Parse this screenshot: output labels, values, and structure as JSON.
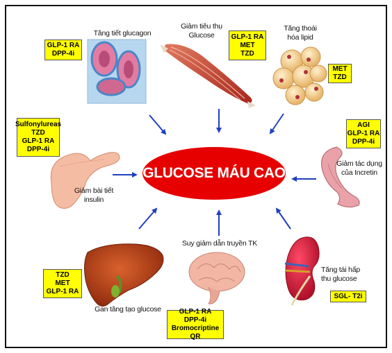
{
  "center": {
    "text": "GLUCOSE MÁU CAO",
    "color": "#e60000"
  },
  "nodes": {
    "glucagon": {
      "label": [
        "Tăng tiết glucagon"
      ],
      "drugs": [
        "GLP-1 RA",
        "DPP-4i"
      ]
    },
    "muscle": {
      "label": [
        "Giảm tiêu thụ",
        "Glucose"
      ],
      "drugs": [
        "GLP-1 RA",
        "MET",
        "TZD"
      ]
    },
    "fat": {
      "label": [
        "Tăng thoái",
        "hóa lipid"
      ],
      "drugs": [
        "MET",
        "TZD"
      ]
    },
    "pancreas": {
      "label": [
        "Giảm bài tiết",
        "insulin"
      ],
      "drugs": [
        "Sulfonylureas",
        "TZD",
        "GLP-1 RA",
        "DPP-4i"
      ]
    },
    "gut": {
      "label": [
        "Giảm tác dụng",
        "của Incretin"
      ],
      "drugs": [
        "AGI",
        "GLP-1 RA",
        "DPP-4i"
      ]
    },
    "liver": {
      "label": [
        "Gan tăng tạo glucose"
      ],
      "drugs": [
        "TZD",
        "MET",
        "GLP-1 RA"
      ]
    },
    "brain": {
      "label": [
        "Suy giảm dẫn truyền TK"
      ],
      "drugs": [
        "GLP-1 RA",
        "DPP-4i",
        "Bromocriptine QR"
      ]
    },
    "kidney": {
      "label": [
        "Tăng tái hấp",
        "thu glucose"
      ],
      "drugs": [
        "SGL- T2i"
      ]
    }
  },
  "colors": {
    "drug_box": "#ffff00",
    "arrow": "#1f3fbf",
    "ellipse": "#e60000"
  }
}
